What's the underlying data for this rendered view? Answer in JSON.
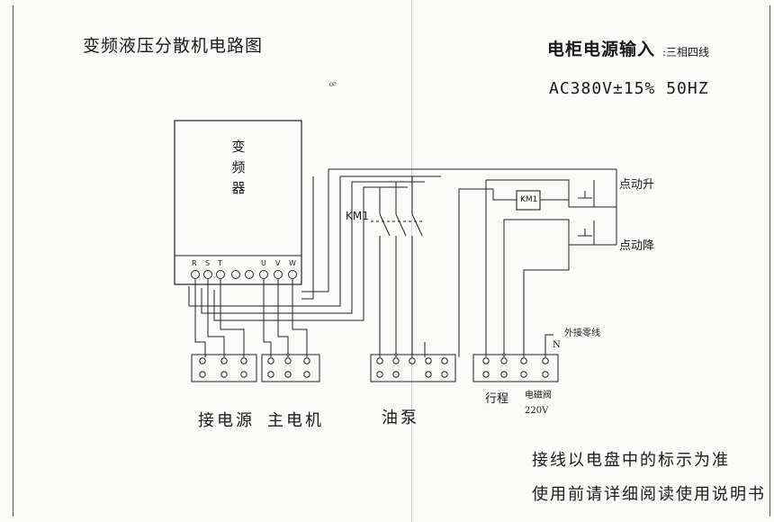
{
  "title": "变频液压分散机电路图",
  "power": {
    "heading": "电柜电源输入",
    "colon": ":",
    "type": "三相四线",
    "spec": "AC380V±15% 50HZ"
  },
  "inverter": {
    "label": "变频器",
    "terminals": [
      "R",
      "S",
      "T",
      "U",
      "V",
      "W"
    ]
  },
  "contactor": {
    "label": "KM1",
    "coil_label": "KM1"
  },
  "buttons": {
    "up": "点动升",
    "down": "点动降"
  },
  "neutral": {
    "label": "外接零线",
    "mark": "N"
  },
  "blocks": {
    "supply": "接电源",
    "motor": "主电机",
    "pump": "油泵",
    "limit": "行程",
    "valve": "电磁阀",
    "valve_voltage": "220V"
  },
  "notes": [
    "接线以电盘中的标示为准",
    "使用前请详细阅读使用说明书"
  ]
}
